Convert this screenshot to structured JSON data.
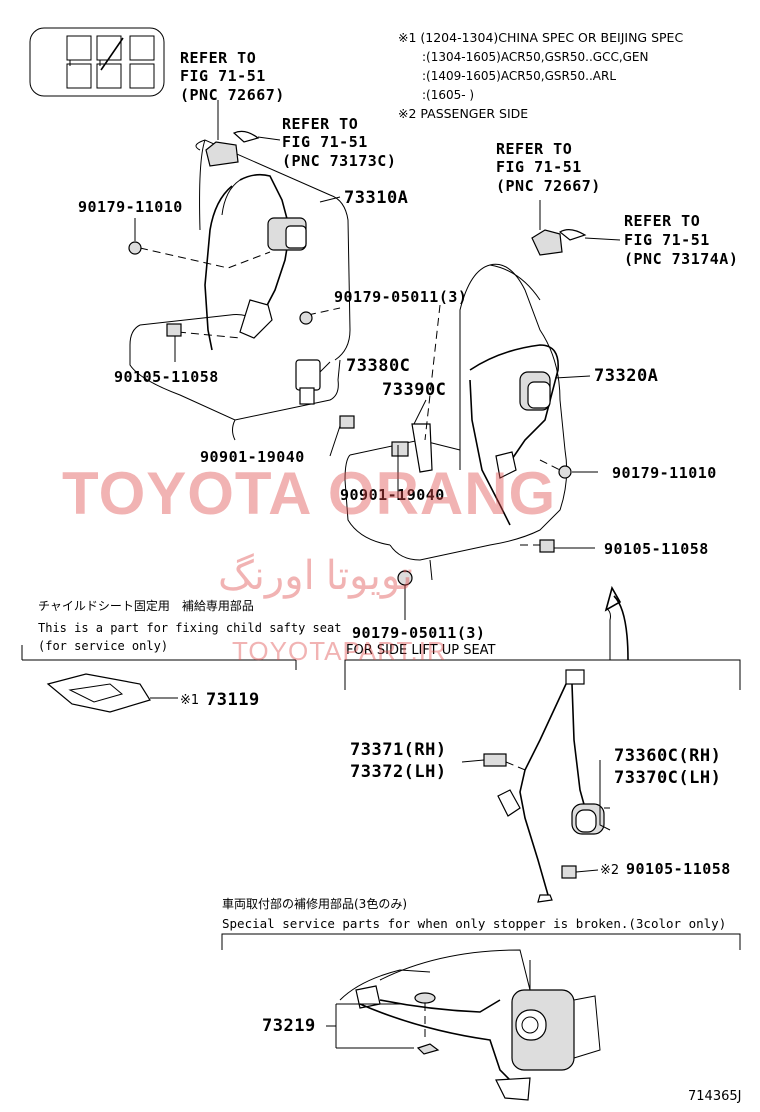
{
  "notes": {
    "n1_line1": "※1 (1204-1304)CHINA SPEC OR BEIJING SPEC",
    "n1_line2": ":(1304-1605)ACR50,GSR50..GCC,GEN",
    "n1_line3": ":(1409-1605)ACR50,GSR50..ARL",
    "n1_line4": ":(1605-          )",
    "n2": "※2 PASSENGER SIDE"
  },
  "refs": {
    "r1": [
      "REFER TO",
      "FIG 71-51",
      "(PNC 72667)"
    ],
    "r2": [
      "REFER TO",
      "FIG 71-51",
      "(PNC 73173C)"
    ],
    "r3": [
      "REFER TO",
      "FIG 71-51",
      "(PNC 72667)"
    ],
    "r4": [
      "REFER TO",
      "FIG 71-51",
      "(PNC 73174A)"
    ]
  },
  "parts": {
    "p73310A": "73310A",
    "p90179_11010_a": "90179-11010",
    "p90179_05011_a": "90179-05011(3)",
    "p73380C": "73380C",
    "p90105_11058_a": "90105-11058",
    "p73390C": "73390C",
    "p73320A": "73320A",
    "p90901_19040_a": "90901-19040",
    "p90179_11010_b": "90179-11010",
    "p90901_19040_b": "90901-19040",
    "p90105_11058_b": "90105-11058",
    "p90179_05011_b": "90179-05011(3)",
    "p73119_mark": "※1",
    "p73119": "73119",
    "p73371": "73371(RH)",
    "p73372": "73372(LH)",
    "p73360C": "73360C(RH)",
    "p73370C": "73370C(LH)",
    "p90105_11058_c_mark": "※2",
    "p90105_11058_c": "90105-11058",
    "p73219": "73219"
  },
  "texts": {
    "side_lift": "FOR SIDE LIFT UP SEAT",
    "child_jp": "チャイルドシート固定用　補給専用部品",
    "child_en1": "This is a part for fixing child safty seat",
    "child_en2": "(for service only)",
    "special_jp": "車両取付部の補修用部品(3色のみ)",
    "special_en": "Special service parts for when only stopper is broken.(3color only)",
    "figure_code": "714365J"
  },
  "watermark": {
    "main": "TOYOTA ORANG",
    "persian": "تویوتا اورنگ",
    "site": "TOYOTAPART.IR",
    "color": "#e04b4b"
  }
}
